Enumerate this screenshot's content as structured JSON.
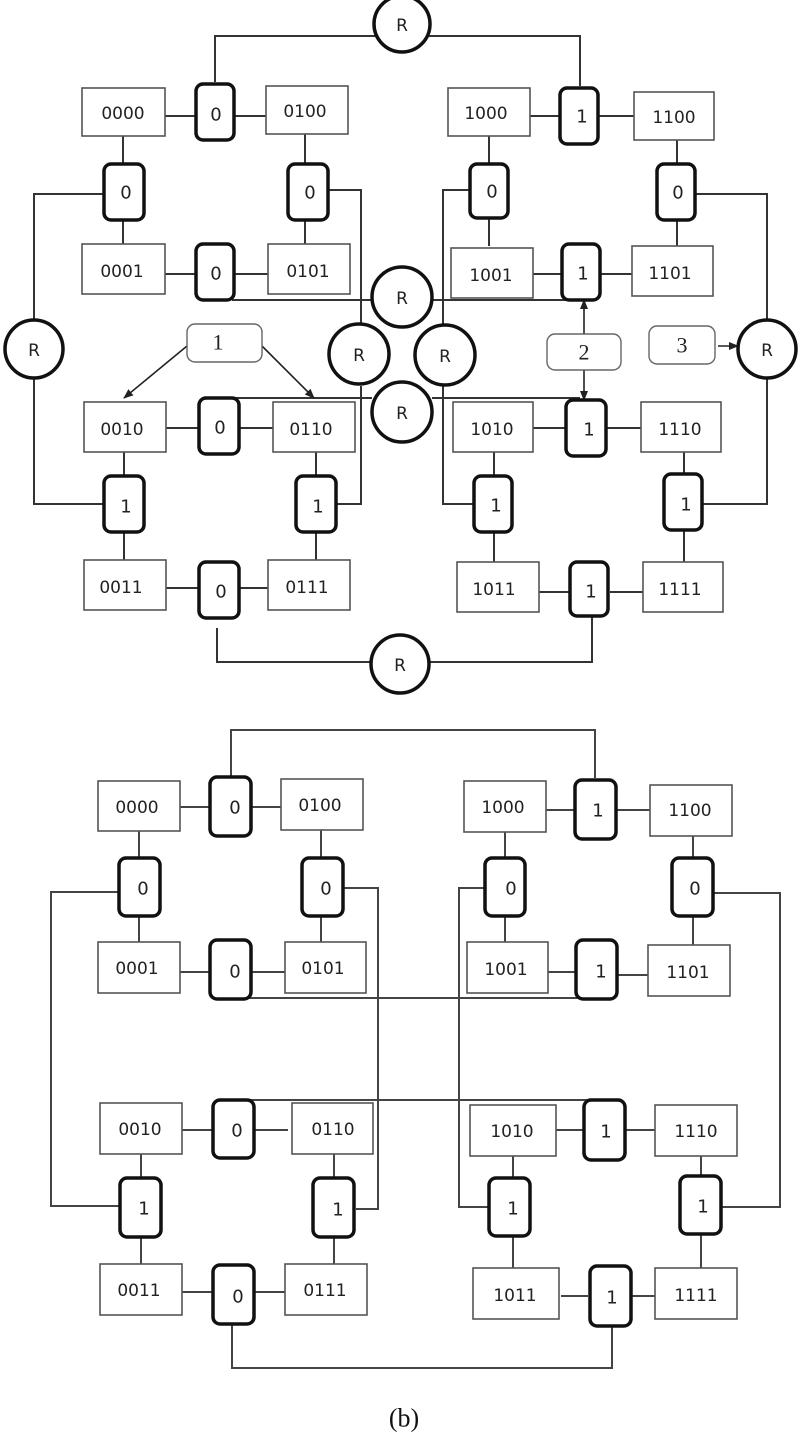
{
  "figure_a": {
    "nodes": {
      "n0000": "0000",
      "n0100": "0100",
      "n0001": "0001",
      "n0101": "0101",
      "n1000": "1000",
      "n1100": "1100",
      "n1001": "1001",
      "n1101": "1101",
      "n0010": "0010",
      "n0110": "0110",
      "n0011": "0011",
      "n0111": "0111",
      "n1010": "1010",
      "n1110": "1110",
      "n1011": "1011",
      "n1111": "1111"
    },
    "switches": {
      "q00_top": "0",
      "q00_left": "0",
      "q00_right": "0",
      "q00_bottom": "0",
      "q10_top": "1",
      "q10_left": "0",
      "q10_right": "0",
      "q10_bottom": "1",
      "q01_top": "0",
      "q01_left": "1",
      "q01_right": "1",
      "q01_bottom": "0",
      "q11_top": "1",
      "q11_left": "1",
      "q11_right": "1",
      "q11_bottom": "1"
    },
    "routers": {
      "top": "R",
      "left": "R",
      "right": "R",
      "bottom": "R",
      "center_top": "R",
      "center_left": "R",
      "center_right": "R",
      "center_bottom": "R"
    },
    "callouts": {
      "c1": "1",
      "c2": "2",
      "c3": "3"
    }
  },
  "figure_b": {
    "nodes": {
      "n0000": "0000",
      "n0100": "0100",
      "n0001": "0001",
      "n0101": "0101",
      "n1000": "1000",
      "n1100": "1100",
      "n1001": "1001",
      "n1101": "1101",
      "n0010": "0010",
      "n0110": "0110",
      "n0011": "0011",
      "n0111": "0111",
      "n1010": "1010",
      "n1110": "1110",
      "n1011": "1011",
      "n1111": "1111"
    },
    "switches": {
      "q00_top": "0",
      "q00_left": "0",
      "q00_right": "0",
      "q00_bottom": "0",
      "q10_top": "1",
      "q10_left": "0",
      "q10_right": "0",
      "q10_bottom": "1",
      "q01_top": "0",
      "q01_left": "1",
      "q01_right": "1",
      "q01_bottom": "0",
      "q11_top": "1",
      "q11_left": "1",
      "q11_right": "1",
      "q11_bottom": "1"
    },
    "caption": "(b)"
  }
}
